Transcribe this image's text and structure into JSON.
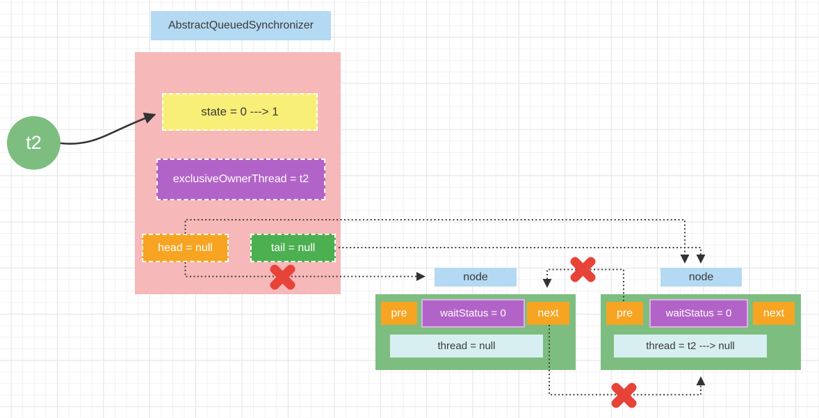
{
  "diagram": {
    "title": "AbstractQueuedSynchronizer",
    "thread": {
      "label": "t2"
    },
    "aqs": {
      "state": "state = 0 ---> 1",
      "exclusive_owner": "exclusiveOwnerThread = t2",
      "head": "head = null",
      "tail": "tail = null"
    },
    "nodes": [
      {
        "label": "node",
        "pre": "pre",
        "wait_status": "waitStatus = 0",
        "next": "next",
        "thread": "thread = null"
      },
      {
        "label": "node",
        "pre": "pre",
        "wait_status": "waitStatus = 0",
        "next": "next",
        "thread": "thread = t2 ---> null"
      }
    ],
    "colors": {
      "light_blue": "#b4d9f2",
      "pink": "#f6b8b8",
      "yellow": "#f8ef78",
      "purple": "#b263c8",
      "orange": "#f7a422",
      "green_dark": "#4caf50",
      "green_light": "#7dbe80",
      "light_cyan": "#d8eff1",
      "red_x": "#e84338",
      "line": "#3a3a3a"
    }
  }
}
